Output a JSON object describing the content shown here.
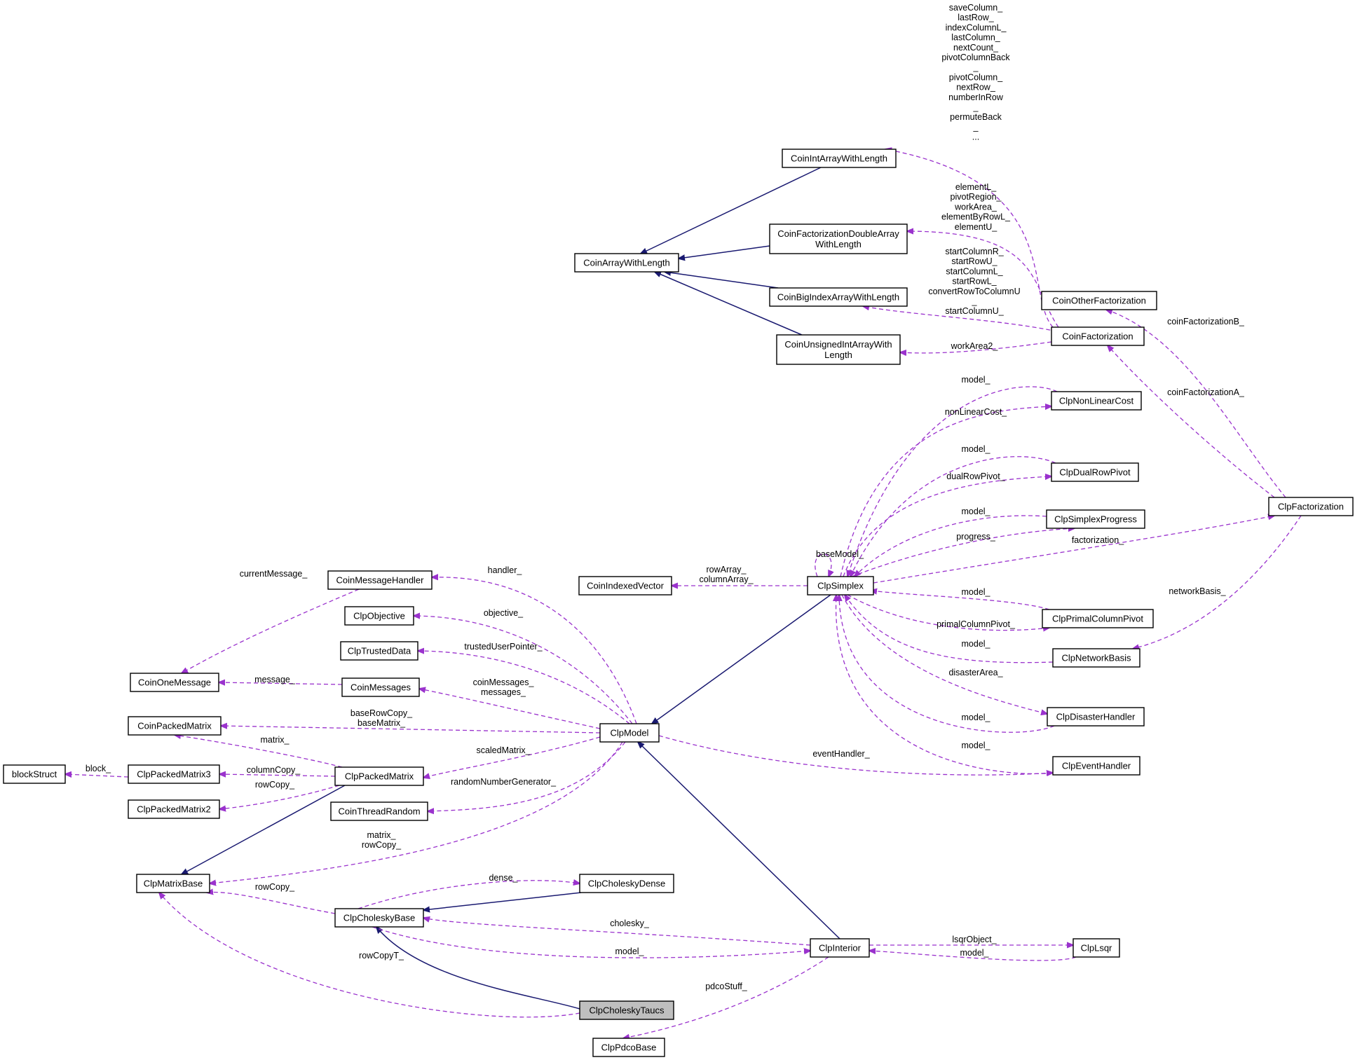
{
  "nodes": {
    "CoinIntArrayWithLength": {
      "label": [
        "CoinIntArrayWithLength"
      ]
    },
    "CoinArrayWithLength": {
      "label": [
        "CoinArrayWithLength"
      ]
    },
    "CoinFactorizationDoubleArrayWithLength": {
      "label": [
        "CoinFactorizationDoubleArray",
        "WithLength"
      ]
    },
    "CoinBigIndexArrayWithLength": {
      "label": [
        "CoinBigIndexArrayWithLength"
      ]
    },
    "CoinUnsignedIntArrayWithLength": {
      "label": [
        "CoinUnsignedIntArrayWith",
        "Length"
      ]
    },
    "CoinOtherFactorization": {
      "label": [
        "CoinOtherFactorization"
      ]
    },
    "CoinFactorization": {
      "label": [
        "CoinFactorization"
      ]
    },
    "ClpNonLinearCost": {
      "label": [
        "ClpNonLinearCost"
      ]
    },
    "ClpDualRowPivot": {
      "label": [
        "ClpDualRowPivot"
      ]
    },
    "ClpSimplexProgress": {
      "label": [
        "ClpSimplexProgress"
      ]
    },
    "ClpFactorization": {
      "label": [
        "ClpFactorization"
      ]
    },
    "CoinMessageHandler": {
      "label": [
        "CoinMessageHandler"
      ]
    },
    "ClpObjective": {
      "label": [
        "ClpObjective"
      ]
    },
    "ClpTrustedData": {
      "label": [
        "ClpTrustedData"
      ]
    },
    "CoinOneMessage": {
      "label": [
        "CoinOneMessage"
      ]
    },
    "CoinMessages": {
      "label": [
        "CoinMessages"
      ]
    },
    "CoinIndexedVector": {
      "label": [
        "CoinIndexedVector"
      ]
    },
    "ClpSimplex": {
      "label": [
        "ClpSimplex"
      ]
    },
    "ClpPrimalColumnPivot": {
      "label": [
        "ClpPrimalColumnPivot"
      ]
    },
    "ClpNetworkBasis": {
      "label": [
        "ClpNetworkBasis"
      ]
    },
    "ClpDisasterHandler": {
      "label": [
        "ClpDisasterHandler"
      ]
    },
    "CoinPackedMatrix": {
      "label": [
        "CoinPackedMatrix"
      ]
    },
    "ClpModel": {
      "label": [
        "ClpModel"
      ]
    },
    "ClpEventHandler": {
      "label": [
        "ClpEventHandler"
      ]
    },
    "blockStruct": {
      "label": [
        "blockStruct"
      ]
    },
    "ClpPackedMatrix3": {
      "label": [
        "ClpPackedMatrix3"
      ]
    },
    "ClpPackedMatrix": {
      "label": [
        "ClpPackedMatrix"
      ]
    },
    "ClpPackedMatrix2": {
      "label": [
        "ClpPackedMatrix2"
      ]
    },
    "CoinThreadRandom": {
      "label": [
        "CoinThreadRandom"
      ]
    },
    "ClpMatrixBase": {
      "label": [
        "ClpMatrixBase"
      ]
    },
    "ClpCholeskyDense": {
      "label": [
        "ClpCholeskyDense"
      ]
    },
    "ClpCholeskyBase": {
      "label": [
        "ClpCholeskyBase"
      ]
    },
    "ClpInterior": {
      "label": [
        "ClpInterior"
      ]
    },
    "ClpLsqr": {
      "label": [
        "ClpLsqr"
      ]
    },
    "ClpCholeskyTaucs": {
      "label": [
        "ClpCholeskyTaucs"
      ]
    },
    "ClpPdcoBase": {
      "label": [
        "ClpPdcoBase"
      ]
    }
  },
  "edge_labels": {
    "cintarr": [
      "saveColumn_",
      "lastRow_",
      "indexColumnL_",
      "lastColumn_",
      "nextCount_",
      "pivotColumnBack",
      "_",
      "pivotColumn_",
      "nextRow_",
      "numberInRow",
      "_",
      "permuteBack",
      "_",
      "..."
    ],
    "cfdarr": [
      "elementL_",
      "pivotRegion_",
      "workArea_",
      "elementByRowL_",
      "elementU_"
    ],
    "cbigidx": [
      "startColumnR_",
      "startRowU_",
      "startColumnL_",
      "startRowL_",
      "convertRowToColumnU",
      "_",
      "startColumnU_"
    ],
    "cunsigned": [
      "workArea2_"
    ],
    "cfB": [
      "coinFactorizationB_"
    ],
    "cfA": [
      "coinFactorizationA_"
    ],
    "nlc_model": [
      "model_"
    ],
    "nlc": [
      "nonLinearCost_"
    ],
    "drp_model": [
      "model_"
    ],
    "drp": [
      "dualRowPivot_"
    ],
    "prog_model": [
      "model_"
    ],
    "prog": [
      "progress_"
    ],
    "fact": [
      "factorization_"
    ],
    "basemodel": [
      "baseModel_"
    ],
    "rowarray": [
      "rowArray_",
      "columnArray_"
    ],
    "pcp_model": [
      "model_"
    ],
    "pcp": [
      "primalColumnPivot_"
    ],
    "nb_model": [
      "model_"
    ],
    "nb": [
      "networkBasis_"
    ],
    "dis": [
      "disasterArea_"
    ],
    "dis_model": [
      "model_"
    ],
    "evt_model": [
      "model_"
    ],
    "evt": [
      "eventHandler_"
    ],
    "handler": [
      "handler_"
    ],
    "objective": [
      "objective_"
    ],
    "trusted": [
      "trustedUserPointer_"
    ],
    "curmsg": [
      "currentMessage_"
    ],
    "message": [
      "message_"
    ],
    "coinmsgs": [
      "coinMessages_",
      "messages_"
    ],
    "baserow": [
      "baseRowCopy_",
      "baseMatrix_"
    ],
    "matrix": [
      "matrix_"
    ],
    "scaled": [
      "scaledMatrix_"
    ],
    "block": [
      "block_"
    ],
    "colcopy": [
      "columnCopy_"
    ],
    "rowcopy2": [
      "rowCopy_"
    ],
    "random": [
      "randomNumberGenerator_"
    ],
    "mrow": [
      "matrix_",
      "rowCopy_"
    ],
    "dense": [
      "dense_"
    ],
    "chrow": [
      "rowCopy_"
    ],
    "cholesky": [
      "cholesky_"
    ],
    "chmodel": [
      "model_"
    ],
    "lsqr": [
      "lsqrObject_"
    ],
    "lsqr_model": [
      "model_"
    ],
    "rowcopyT": [
      "rowCopyT_"
    ],
    "pdco": [
      "pdcoStuff_"
    ]
  }
}
